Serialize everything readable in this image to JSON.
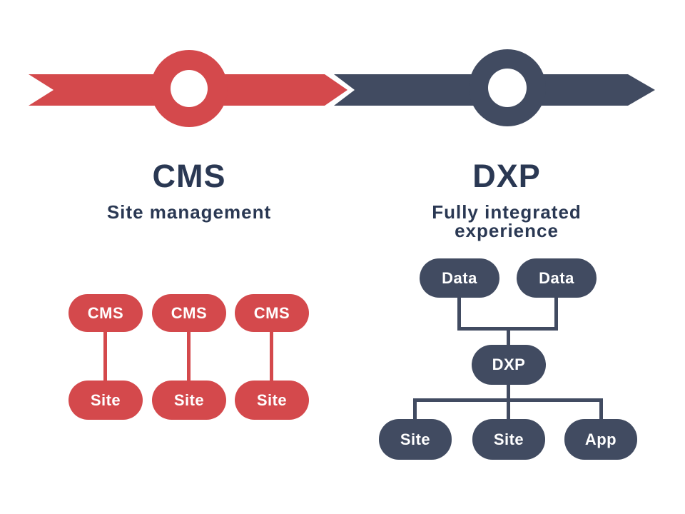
{
  "colors": {
    "red": "#d4494c",
    "navy": "#414b61",
    "heading_text": "#2a3853",
    "pill_text": "#ffffff",
    "background": "#ffffff"
  },
  "timeline": {
    "cms_segment": {
      "title": "CMS",
      "subtitle": "Site management"
    },
    "dxp_segment": {
      "title": "DXP",
      "subtitle": "Fully integrated experience"
    }
  },
  "cms_diagram": {
    "columns": [
      {
        "parent": "CMS",
        "child": "Site"
      },
      {
        "parent": "CMS",
        "child": "Site"
      },
      {
        "parent": "CMS",
        "child": "Site"
      }
    ]
  },
  "dxp_diagram": {
    "sources": [
      "Data",
      "Data"
    ],
    "hub": "DXP",
    "children": [
      "Site",
      "Site",
      "App"
    ]
  }
}
